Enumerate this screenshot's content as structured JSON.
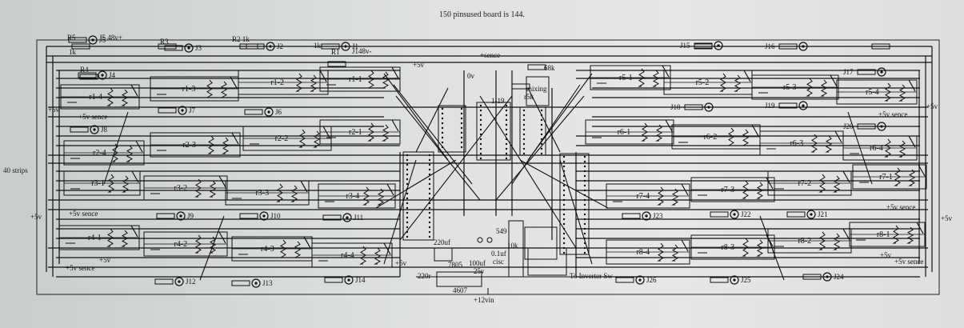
{
  "title": "150 pinsused    board is 144.",
  "side_label": "40 strips",
  "labels": {
    "relays": [
      "r1-1",
      "r1-2",
      "r1-3",
      "r1-4",
      "r2-1",
      "r2-2",
      "r2-3",
      "r2-4",
      "r3-1",
      "r3-2",
      "r3-3",
      "r3-4",
      "r4-1",
      "r4-2",
      "r4-3",
      "r4-4",
      "r5-1",
      "r5-2",
      "r5-3",
      "r5-4",
      "r6-1",
      "r6-2",
      "r6-3",
      "r6-4",
      "r7-1",
      "r7-2",
      "r7-3",
      "r7-4",
      "r8-1",
      "r8-2",
      "r8-3",
      "r8-4"
    ],
    "jacks": [
      "J1",
      "J2",
      "J3",
      "J4",
      "J5",
      "J6",
      "J7",
      "J8",
      "J9",
      "J10",
      "J11",
      "J12",
      "J13",
      "J14",
      "J15",
      "J16",
      "J17",
      "J18",
      "J19",
      "J20",
      "J21",
      "J22",
      "J23",
      "J24",
      "J25",
      "J26"
    ],
    "resistors": [
      "R1",
      "R2 1k",
      "R3",
      "R4",
      "R5",
      "1k",
      "1k",
      "68k",
      "r5k"
    ],
    "rails": [
      "+5v",
      "0v",
      "+sence",
      "+5v sence",
      "+12vin",
      "To Inverter Sw"
    ],
    "parts": [
      "220uf",
      "7805",
      "100uf",
      "25v",
      "0.1uf",
      "cisc",
      "10k",
      "549",
      "220r",
      "4607",
      "J5 48v+",
      "J148v-",
      "1-19",
      "mixing"
    ]
  }
}
